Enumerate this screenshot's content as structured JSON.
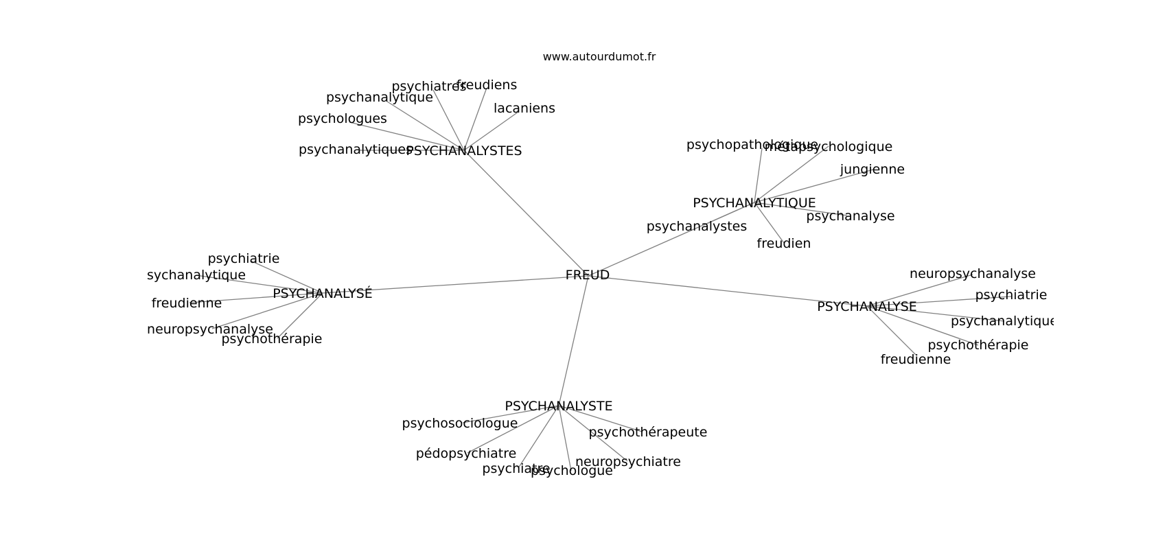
{
  "header": {
    "site": "www.autourdumot.fr"
  },
  "graph": {
    "center": "FREUD",
    "clusters": [
      {
        "hub": "PSYCHANALYSTES",
        "leaves": [
          "psychiatres",
          "freudiens",
          "lacaniens",
          "psychanalytique",
          "psychologues",
          "psychanalytiques"
        ]
      },
      {
        "hub": "PSYCHANALYTIQUE",
        "leaves": [
          "psychopathologique",
          "métapsychologique",
          "jungienne",
          "psychanalyse",
          "psychanalystes",
          "freudien"
        ]
      },
      {
        "hub": "PSYCHANALYSÉ",
        "leaves": [
          "psychiatrie",
          "psychanalytique",
          "freudienne",
          "neuropsychanalyse",
          "psychothérapie"
        ]
      },
      {
        "hub": "PSYCHANALYSE",
        "leaves": [
          "neuropsychanalyse",
          "psychiatrie",
          "psychanalytique",
          "psychothérapie",
          "freudienne"
        ]
      },
      {
        "hub": "PSYCHANALYSTE",
        "leaves": [
          "psychosociologue",
          "psychothérapeute",
          "pédopsychiatre",
          "neuropsychiatre",
          "psychiatre",
          "psychologue"
        ]
      }
    ]
  }
}
